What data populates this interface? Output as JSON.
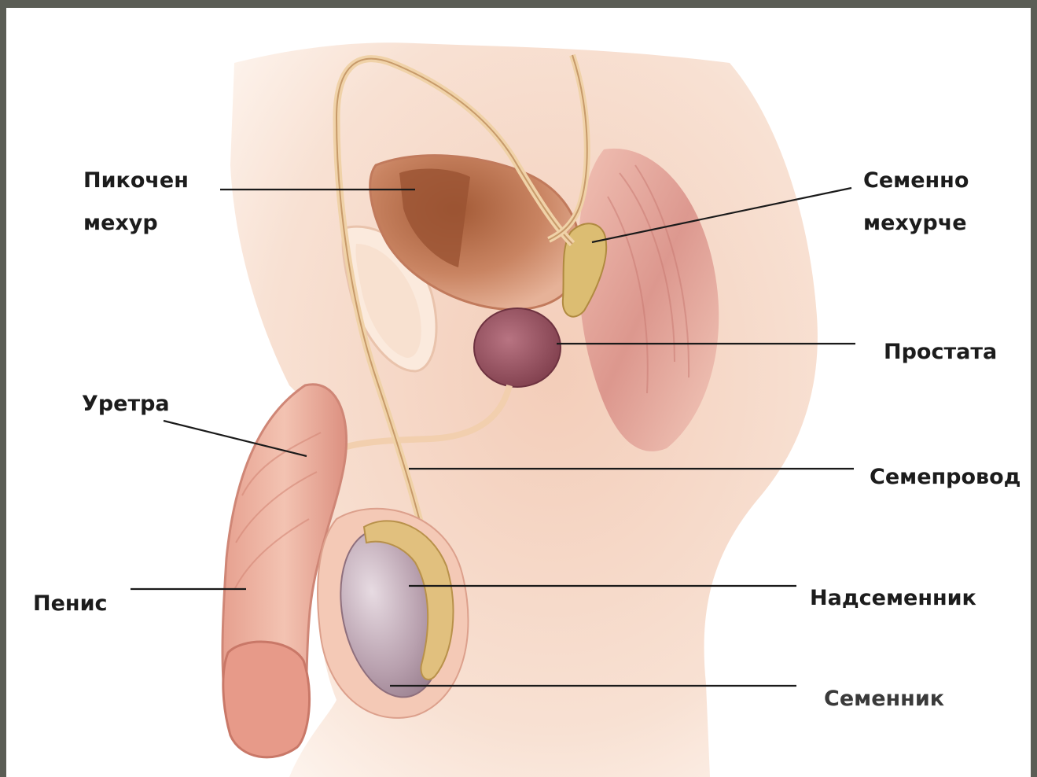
{
  "figure": {
    "labels": {
      "bladder": "Пикочен\nмехур",
      "seminal_vesicle": "Семенно\nмехурче",
      "prostate": "Простата",
      "urethra": "Уретра",
      "vas_deferens": "Семепровод",
      "penis": "Пенис",
      "epididymis": "Надсеменник",
      "testis": "Семенник"
    }
  },
  "colors": {
    "background_frame": "#5b5d55",
    "skin": "#f6d8c6",
    "tissue": "#e8b6a6",
    "muscle": "#d98e86",
    "bladder": "#b86d4a",
    "prostate": "#8e4a57",
    "duct": "#f0d2a8",
    "testis": "#b9a3b0",
    "gland": "#d9b870"
  }
}
